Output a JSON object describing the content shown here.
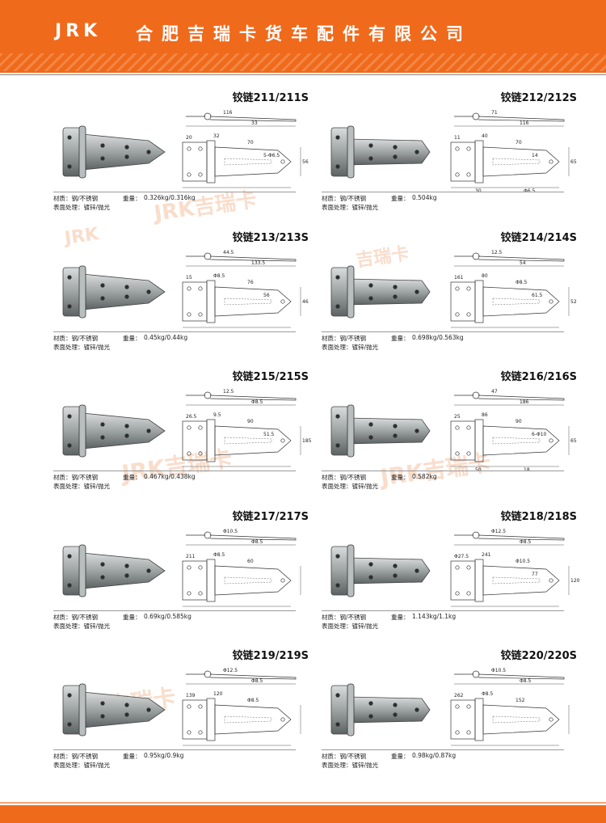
{
  "header": {
    "brand": "JRK",
    "company": "合肥吉瑞卡货车配件有限公司"
  },
  "watermarks": [
    "JRK吉瑞卡",
    "JRK",
    "吉瑞卡",
    "JRK吉瑞卡",
    "JRK吉瑞卡",
    "JRK吉瑞卡"
  ],
  "labels": {
    "material": "材质：",
    "weight": "重量：",
    "surface": "表面处理："
  },
  "products": [
    {
      "title": "铰链211/211S",
      "material": "钢/不锈钢",
      "weight": "0.326kg/0.316kg",
      "surface": "镀锌/抛光",
      "dims": [
        "116",
        "33",
        "20",
        "32",
        "70",
        "5-Φ6.5",
        "56"
      ]
    },
    {
      "title": "铰链212/212S",
      "material": "钢/不锈钢",
      "weight": "0.504kg",
      "surface": "镀锌/抛光",
      "dims": [
        "71",
        "116",
        "11",
        "40",
        "70",
        "14",
        "65",
        "30",
        "Φ6.5"
      ]
    },
    {
      "title": "铰链213/213S",
      "material": "钢/不锈钢",
      "weight": "0.45kg/0.44kg",
      "surface": "镀锌/抛光",
      "dims": [
        "44.5",
        "133.5",
        "15",
        "Φ8.5",
        "76",
        "56",
        "46"
      ]
    },
    {
      "title": "铰链214/214S",
      "material": "钢/不锈钢",
      "weight": "0.698kg/0.563kg",
      "surface": "镀锌/抛光",
      "dims": [
        "12.5",
        "54",
        "161",
        "80",
        "Φ8.5",
        "61.5",
        "52"
      ]
    },
    {
      "title": "铰链215/215S",
      "material": "钢/不锈钢",
      "weight": "0.467kg/0.438kg",
      "surface": "镀锌/抛光",
      "dims": [
        "12.5",
        "Φ8.5",
        "26.5",
        "9.5",
        "90",
        "51.5",
        "185"
      ]
    },
    {
      "title": "铰链216/216S",
      "material": "钢/不锈钢",
      "weight": "0.582kg",
      "surface": "镀锌/抛光",
      "dims": [
        "47",
        "186",
        "25",
        "86",
        "90",
        "6-Φ10",
        "65",
        "50",
        "18"
      ]
    },
    {
      "title": "铰链217/217S",
      "material": "钢/不锈钢",
      "weight": "0.69kg/0.585kg",
      "surface": "镀锌/抛光",
      "dims": [
        "Φ10.5",
        "Φ8.5",
        "211",
        "Φ8.5",
        "60"
      ]
    },
    {
      "title": "铰链218/218S",
      "material": "钢/不锈钢",
      "weight": "1.143kg/1.1kg",
      "surface": "镀锌/抛光",
      "dims": [
        "Φ12.5",
        "Φ8.5",
        "Φ27.5",
        "241",
        "Φ10.5",
        "77",
        "120"
      ]
    },
    {
      "title": "铰链219/219S",
      "material": "钢/不锈钢",
      "weight": "0.95kg/0.9kg",
      "surface": "镀锌/抛光",
      "dims": [
        "Φ12.5",
        "Φ8.5",
        "139",
        "120",
        "Φ8.5"
      ]
    },
    {
      "title": "铰链220/220S",
      "material": "钢/不锈钢",
      "weight": "0.98kg/0.87kg",
      "surface": "镀锌/抛光",
      "dims": [
        "Φ10.5",
        "Φ8.5",
        "262",
        "Φ8.5",
        "152"
      ]
    }
  ]
}
